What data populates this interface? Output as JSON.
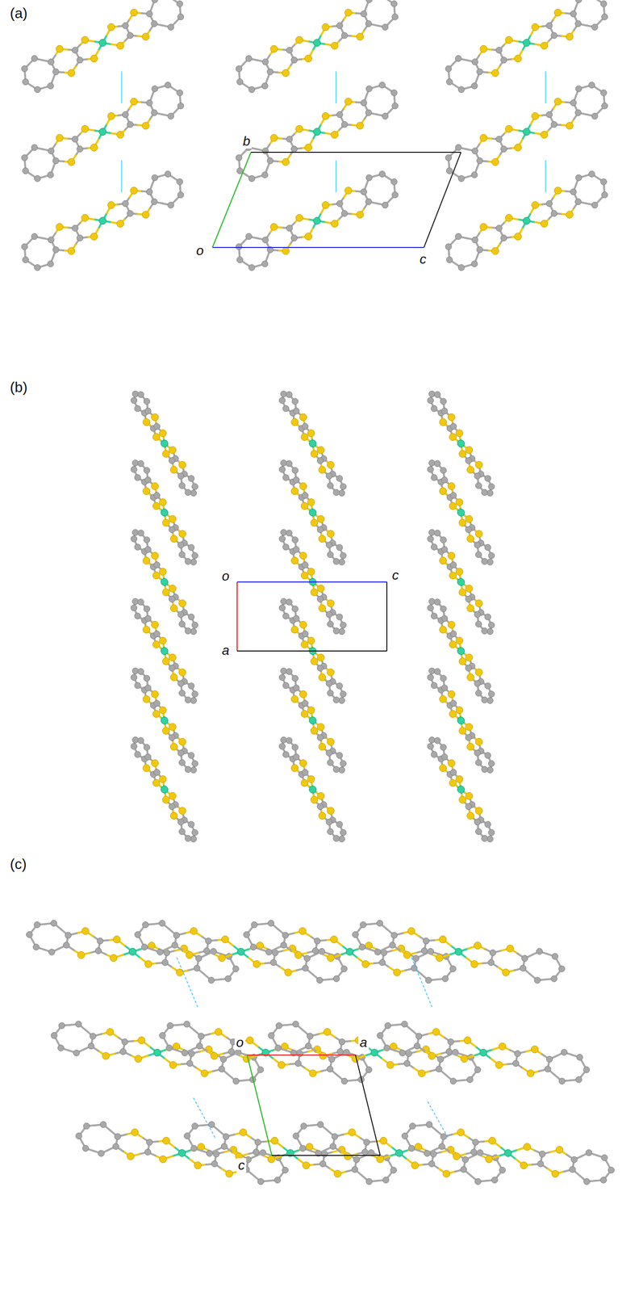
{
  "diagram": {
    "labels": [
      "(a)",
      "b",
      "o",
      "c",
      "(b)",
      "o",
      "c",
      "a",
      "(c)",
      "o",
      "a",
      "c"
    ]
  }
}
